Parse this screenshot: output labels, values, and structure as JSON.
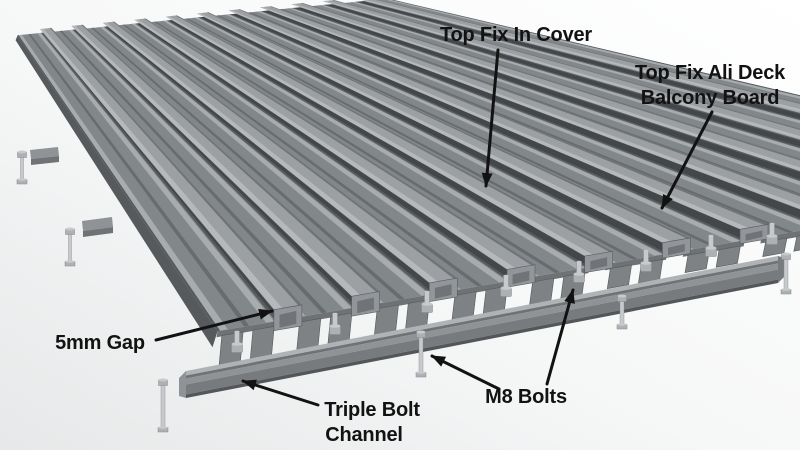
{
  "labels": {
    "top_fix_in_cover": "Top Fix In Cover",
    "balcony_board_line1": "Top Fix Ali Deck",
    "balcony_board_line2": "Balcony Board",
    "gap": "5mm Gap",
    "channel_line1": "Triple Bolt",
    "channel_line2": "Channel",
    "m8_bolts": "M8 Bolts"
  },
  "colors": {
    "background_top": "#ffffff",
    "background_mid": "#f6f7f7",
    "background_bottom": "#e6e8e9",
    "board_top": "#82878a",
    "board_ridge_light": "#a9acae",
    "board_groove_dark": "#686c6f",
    "board_edge_dark": "#565a5d",
    "gap_shadow": "#43474a",
    "cover_top": "#9da0a2",
    "cover_highlight": "#b6b9bb",
    "cover_face": "#92969a",
    "cover_side_dark": "#717477",
    "front_face": "#6e7275",
    "foot_face": "#7e8285",
    "channel_top": "#b0b3b5",
    "channel_groove": "#6f7376",
    "channel_upper": "#8f9396",
    "channel_lower": "#777b7e",
    "channel_bottom": "#54575a",
    "bolt_light": "#c7cacc",
    "bolt_mid": "#aeb1b4",
    "bolt_outline": "#85888b",
    "text": "#121212",
    "arrow": "#121212"
  }
}
